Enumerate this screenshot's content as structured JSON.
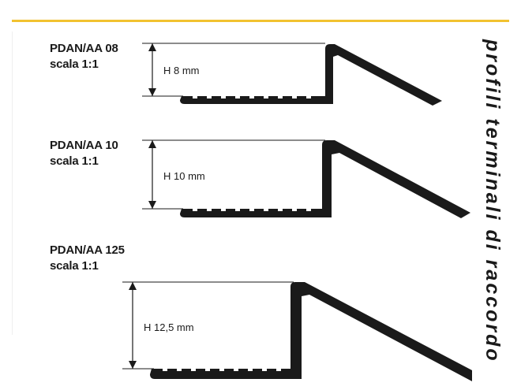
{
  "page": {
    "side_title": "profili terminali di raccordo",
    "accent_color": "#f2c230"
  },
  "profiles": [
    {
      "code": "PDAN/AA 08",
      "scale": "scala 1:1",
      "height_label": "H 8 mm",
      "height_mm": 8
    },
    {
      "code": "PDAN/AA 10",
      "scale": "scala 1:1",
      "height_label": "H 10 mm",
      "height_mm": 10
    },
    {
      "code": "PDAN/AA 125",
      "scale": "scala 1:1",
      "height_label": "H 12,5 mm",
      "height_mm": 12.5
    }
  ]
}
